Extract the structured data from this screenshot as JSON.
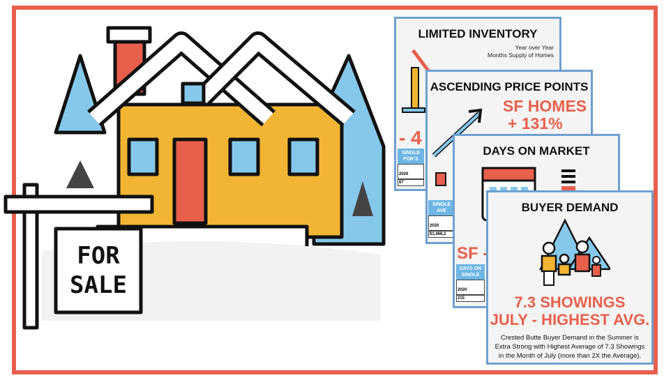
{
  "sign": {
    "line1": "FOR",
    "line2": "SALE"
  },
  "cards": [
    {
      "title": "LIMITED INVENTORY",
      "subtitle1": "Year over Year",
      "subtitle2": "Months Supply of Homes",
      "stat": "- 4",
      "table_header": "SINGLE FOR S",
      "table_year": "2020",
      "table_value": "67"
    },
    {
      "title": "ASCENDING PRICE POINTS",
      "stat1": "SF HOMES",
      "stat2": "+ 131%",
      "table_header": "SINGLE AVE",
      "table_year": "2020",
      "table_value": "$1,468,2"
    },
    {
      "title": "DAYS ON MARKET",
      "stat": "SF -",
      "table_header": "DAYS ON SINGLE",
      "table_year": "2020",
      "table_value": "215"
    },
    {
      "title": "BUYER DEMAND",
      "stat1": "7.3 SHOWINGS",
      "stat2": "JULY - HIGHEST AVG.",
      "description": "Crested Butte Buyer Demand in the Summer is Extra Strong with Highest Average of 7.3 Showings in the Month of July (more than 2X the Average)."
    }
  ],
  "colors": {
    "frame": "#e8604c",
    "accent": "#e8604c",
    "card_border": "#6fa0d0",
    "house_yellow": "#f2b533",
    "sky_blue": "#86c8ea"
  }
}
